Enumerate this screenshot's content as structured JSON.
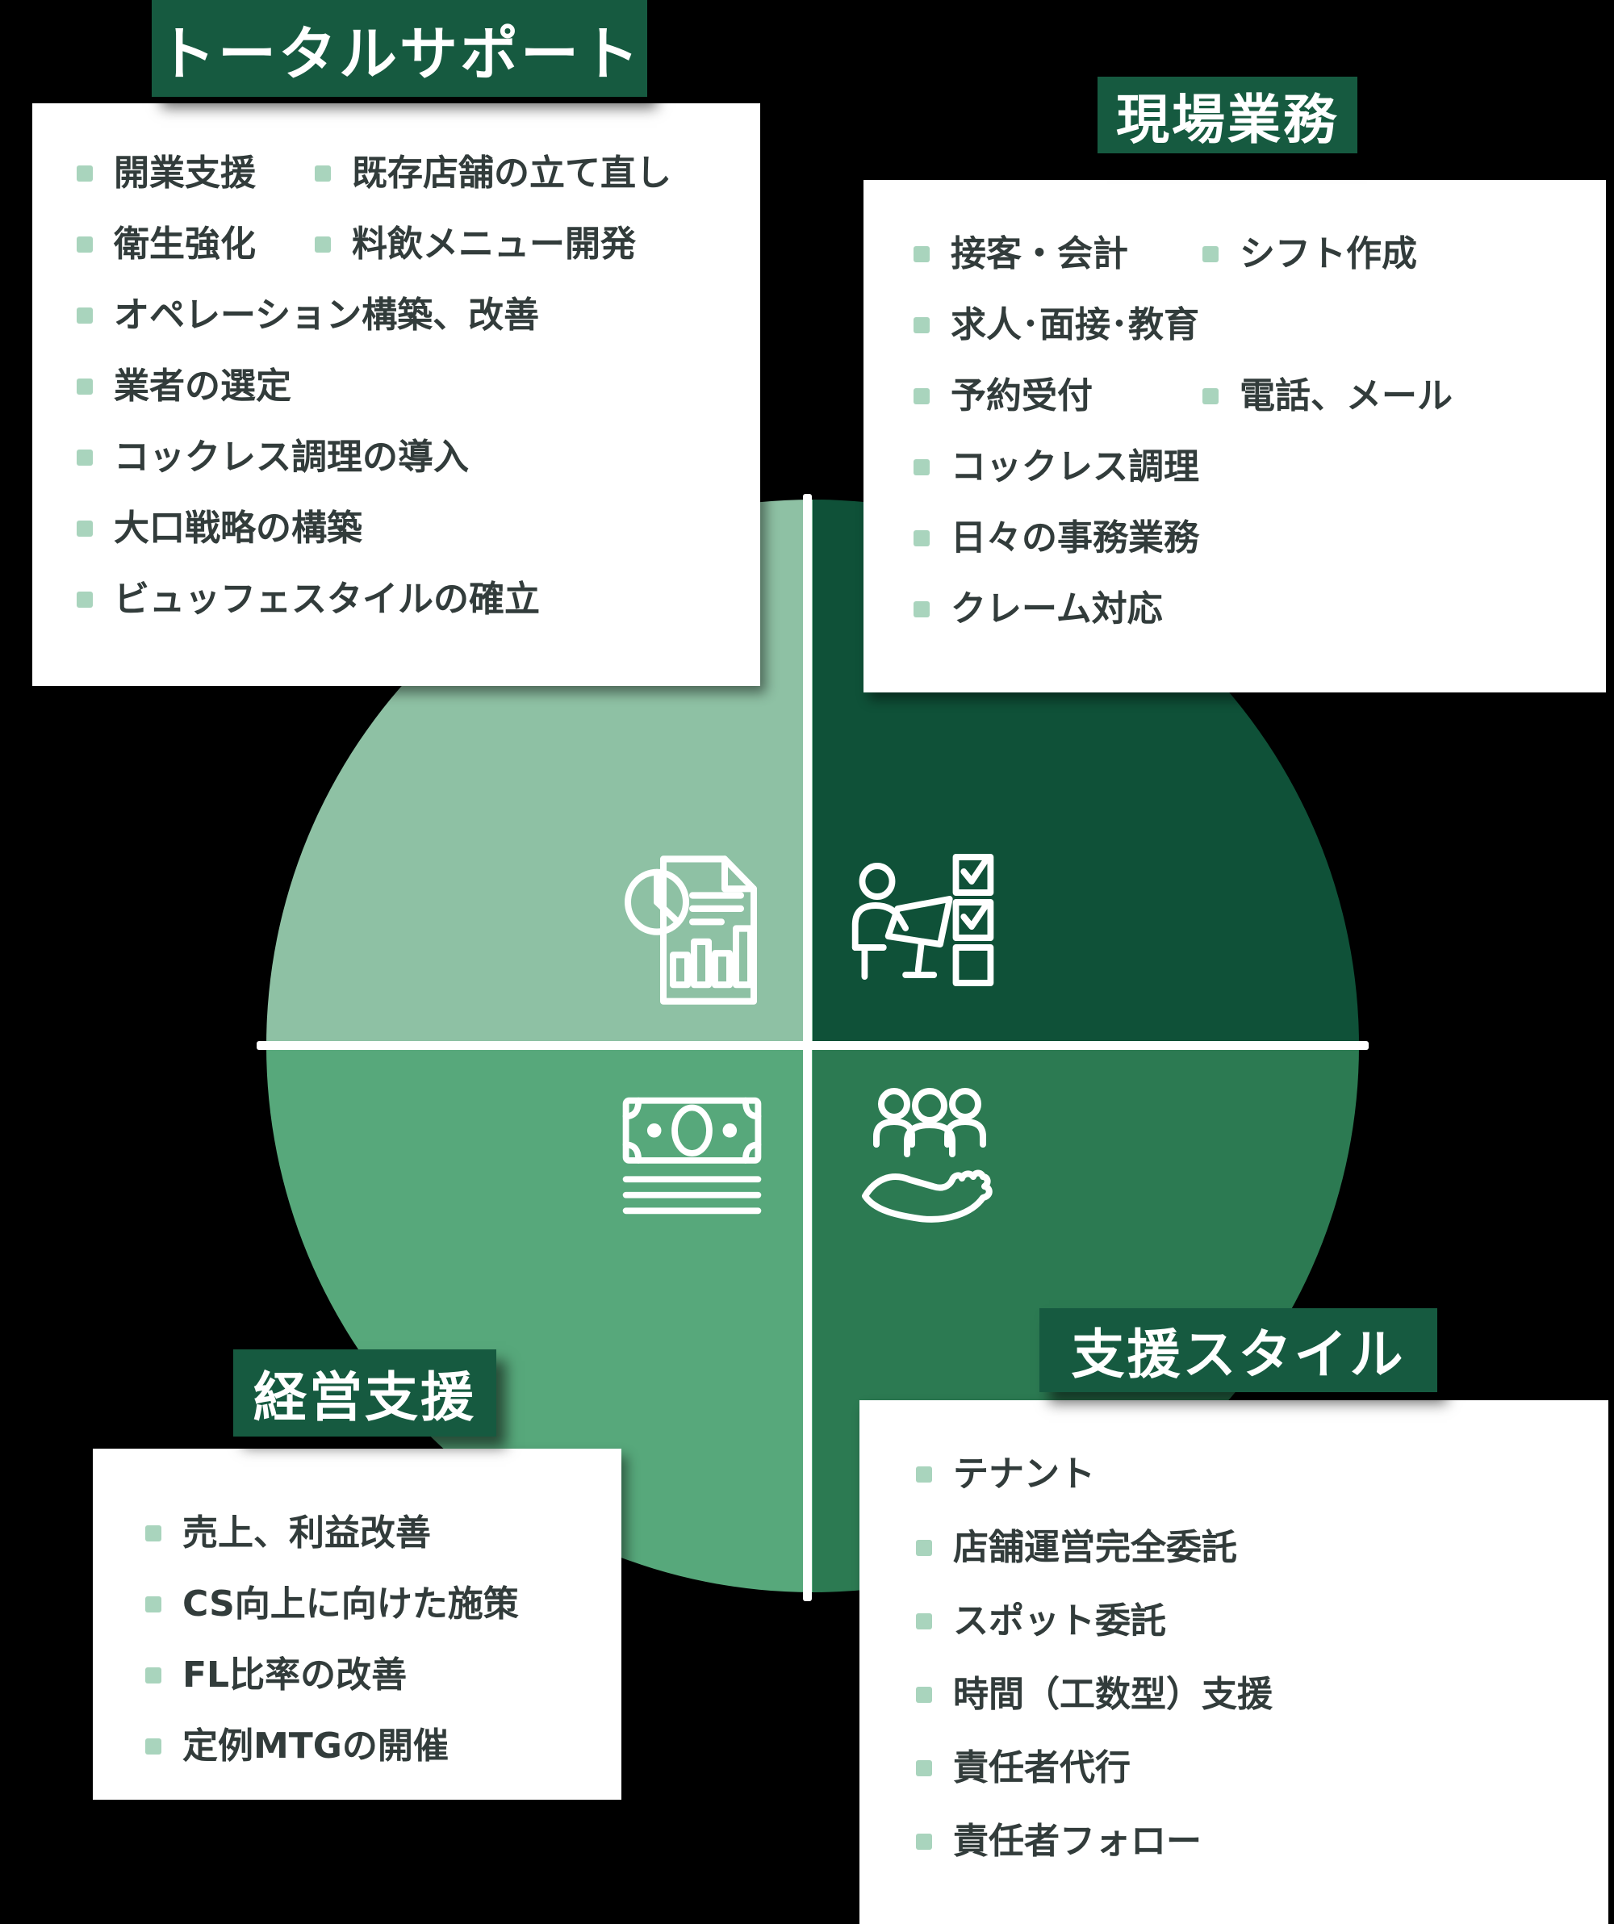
{
  "page": {
    "background": "#000000"
  },
  "colors": {
    "header_green": "#165a40",
    "quadrant_top_left": "#8ec1a4",
    "quadrant_top_right": "#0f5138",
    "quadrant_bottom_left": "#57a87b",
    "quadrant_bottom_right": "#2c7a52",
    "divider_line": "#ffffff",
    "bullet_green": "#a9d4bd",
    "list_text": "#323c3b",
    "card_background": "#ffffff"
  },
  "diagram": {
    "quadrant_icons": {
      "top_left": "report-chart-icon",
      "top_right": "person-checklist-icon",
      "bottom_left": "banknote-icon",
      "bottom_right": "people-support-icon"
    }
  },
  "sections": {
    "total_support": {
      "title": "トータルサポート",
      "rows": [
        [
          "開業支援",
          "既存店舗の立て直し"
        ],
        [
          "衛生強化",
          "料飲メニュー開発"
        ],
        [
          "オペレーション構築、改善"
        ],
        [
          "業者の選定"
        ],
        [
          "コックレス調理の導入"
        ],
        [
          "大口戦略の構築"
        ],
        [
          "ビュッフェスタイルの確立"
        ]
      ]
    },
    "field_work": {
      "title": "現場業務",
      "rows": [
        [
          "接客・会計",
          "シフト作成"
        ],
        [
          "求人･面接･教育"
        ],
        [
          "予約受付",
          "電話、メール"
        ],
        [
          "コックレス調理"
        ],
        [
          "日々の事務業務"
        ],
        [
          "クレーム対応"
        ]
      ]
    },
    "management_support": {
      "title": "経営支援",
      "rows": [
        [
          "売上、利益改善"
        ],
        [
          "CS向上に向けた施策"
        ],
        [
          "FL比率の改善"
        ],
        [
          "定例MTGの開催"
        ]
      ]
    },
    "support_style": {
      "title": "支援スタイル",
      "rows": [
        [
          "テナント"
        ],
        [
          "店舗運営完全委託"
        ],
        [
          "スポット委託"
        ],
        [
          "時間（工数型）支援"
        ],
        [
          "責任者代行"
        ],
        [
          "責任者フォロー"
        ]
      ]
    }
  }
}
